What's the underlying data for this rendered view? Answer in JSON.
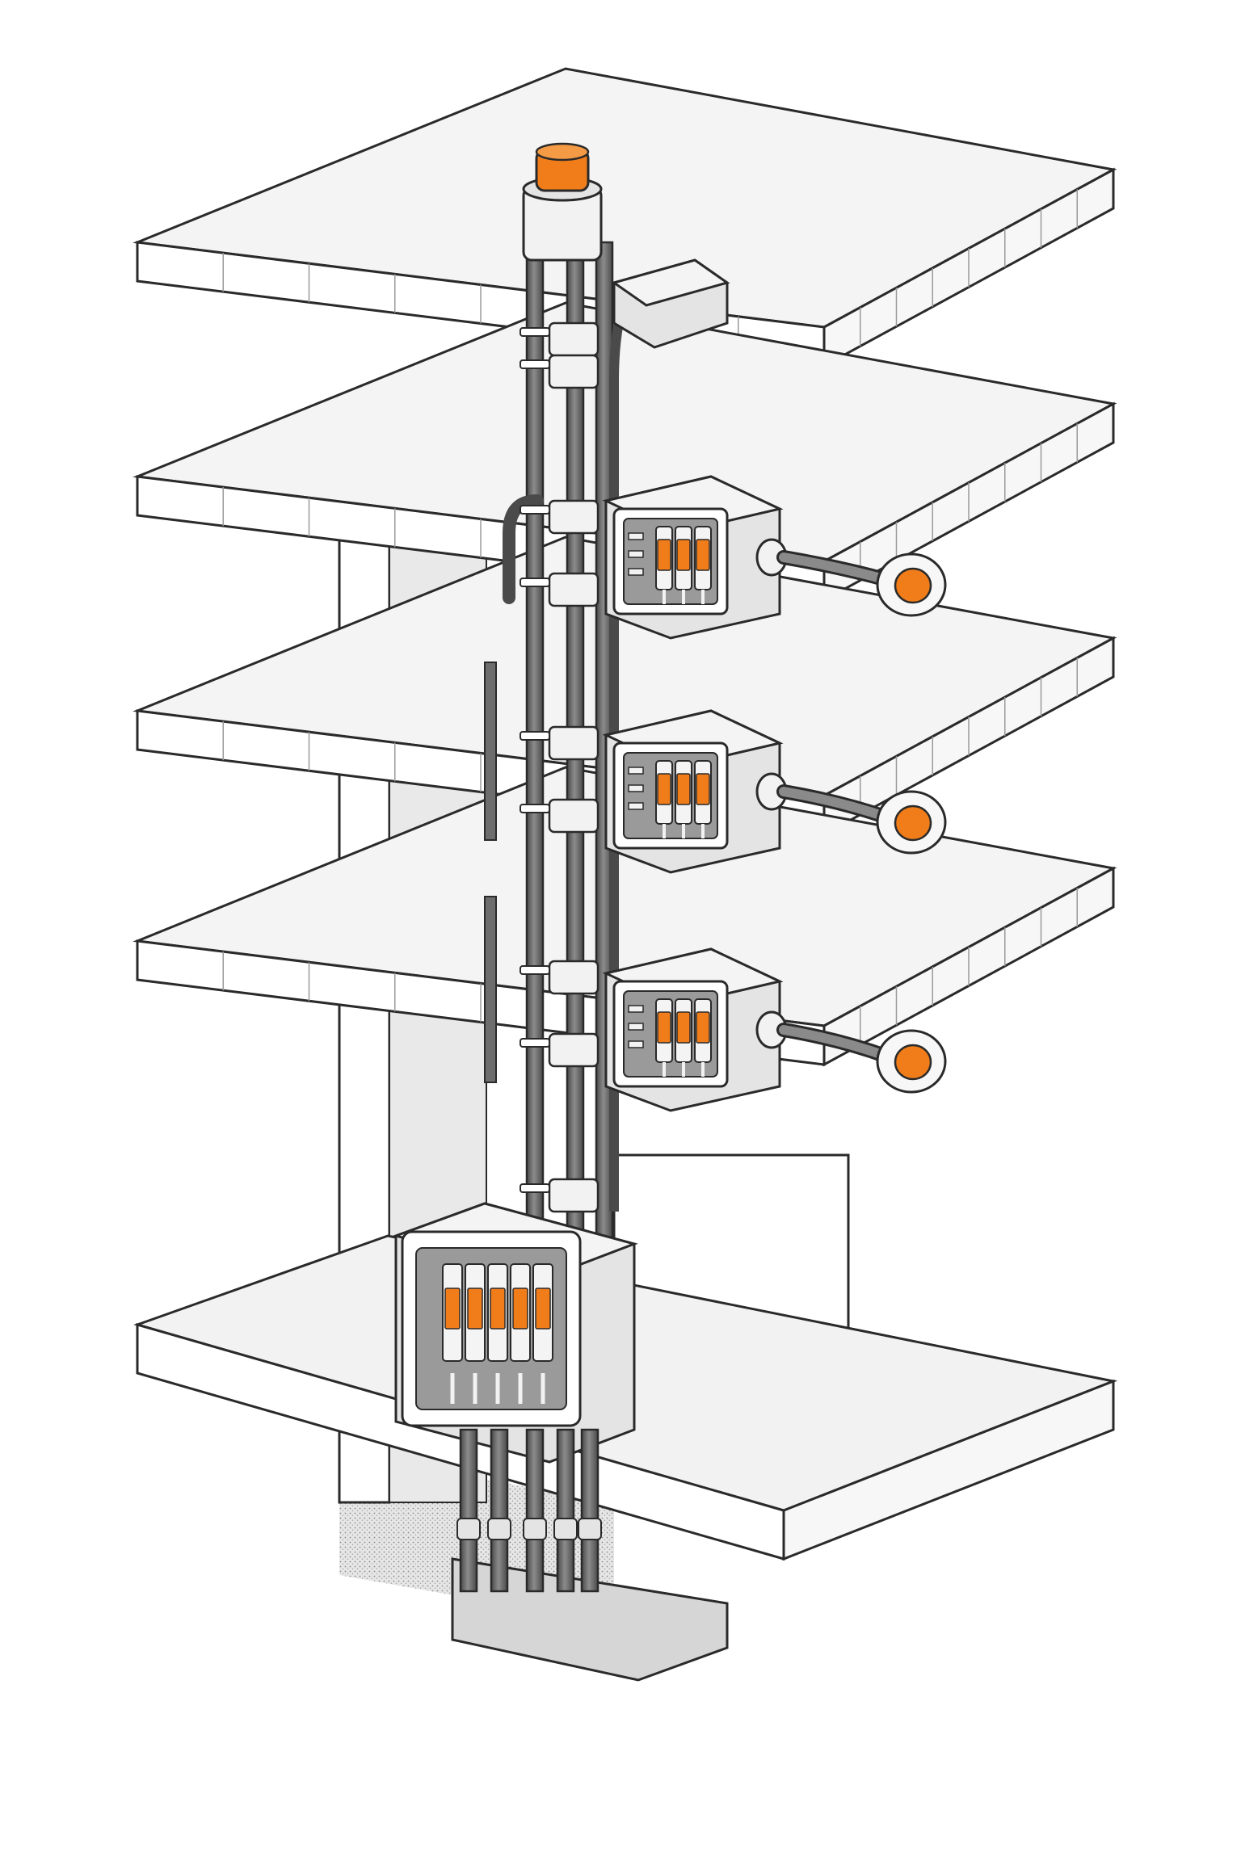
{
  "colors": {
    "background": "#ffffff",
    "slab_top": "#f4f4f4",
    "slab_side": "#ffffff",
    "wall_shade": "#e9e9e9",
    "outline": "#2a2a2a",
    "pipe": "#6d6d6d",
    "pipe_dark": "#4a4a4a",
    "clamp": "#f2f2f2",
    "accent": "#f07d1a",
    "box_body": "#e4e4e4",
    "box_inner": "#9a9a9a",
    "ground": "#cfcfcf"
  },
  "icons": {
    "top_cap": "orange-cap-icon",
    "outlet": "outlet-socket-icon",
    "breaker": "circuit-breaker-icon"
  },
  "structure": {
    "floor_slabs": 4,
    "ground_slab": 1,
    "floor_junction_boxes": 3,
    "breakers_per_floor_box": 3,
    "main_panel_breakers": 5,
    "outlets": 3,
    "service_conduits_at_base": 5
  }
}
